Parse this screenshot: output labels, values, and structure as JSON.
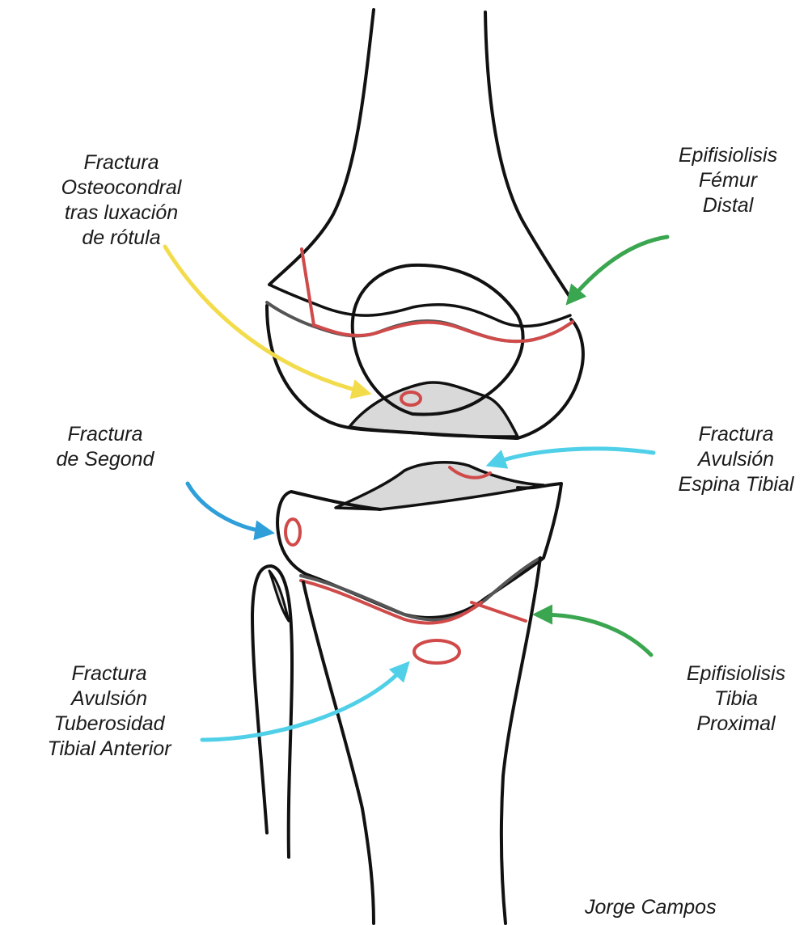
{
  "colors": {
    "outline": "#111111",
    "physis_gray": "#555555",
    "fracture_red": "#d04a4a",
    "cartilage_fill": "#d9d9d9",
    "arrow_yellow": "#f3dc4c",
    "arrow_green": "#3aa64f",
    "arrow_cyan": "#4fd0e8",
    "arrow_blue": "#2f9fd9"
  },
  "labels": {
    "osteocondral": [
      "Fractura",
      "Osteocondral",
      "tras luxación",
      "de rótula"
    ],
    "epifisiolisis_femur": [
      "Epifisiolisis",
      "Fémur",
      "Distal"
    ],
    "segond": [
      "Fractura",
      "de Segond"
    ],
    "espina_tibial": [
      "Fractura",
      "Avulsión",
      "Espina Tibial"
    ],
    "tuberosidad": [
      "Fractura",
      "Avulsión",
      "Tuberosidad",
      "Tibial Anterior"
    ],
    "epifisiolisis_tibia": [
      "Epifisiolisis",
      "Tibia",
      "Proximal"
    ]
  },
  "author": "Jorge Campos"
}
